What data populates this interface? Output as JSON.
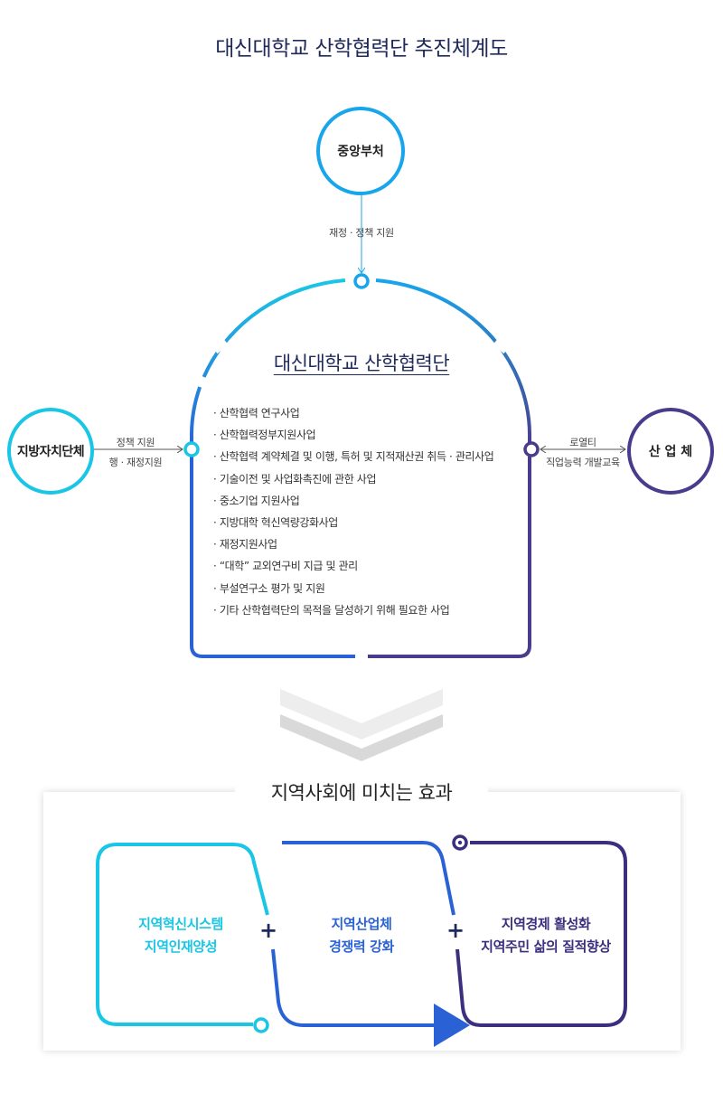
{
  "title": "대신대학교 산학협력단 추진체계도",
  "nodes": {
    "central": {
      "label": "중앙부처",
      "color": "#17a5ec"
    },
    "local": {
      "label": "지방자치단체",
      "color": "#19c6e6"
    },
    "industry": {
      "label": "산 업 체",
      "color": "#4b3b8c"
    }
  },
  "connections": {
    "central_label": "재정 · 정책 지원",
    "local_line1": "정책 지원",
    "local_line2": "행 · 재정지원",
    "industry_line1": "로열티",
    "industry_line2": "직업능력 개발교육"
  },
  "center": {
    "title": "대신대학교 산학협력단",
    "tasks": [
      "· 산학협력 연구사업",
      "· 산학협력정부지원사업",
      "· 산학협력 계약체결 및 이행, 특허 및 지적재산권 취득 · 관리사업",
      "· 기술이전 및 사업화촉진에 관한 사업",
      "· 중소기업 지원사업",
      "· 지방대학 혁신역량강화사업",
      "· 재정지원사업",
      "· “대학” 교외연구비 지급 및 관리",
      "· 부설연구소 평가 및 지원",
      "· 기타 산학협력단의 목적을 달성하기 위해 필요한 사업"
    ]
  },
  "effects": {
    "title": "지역사회에 미치는 효과",
    "items": [
      {
        "line1": "지역혁신시스템",
        "line2": "지역인재양성",
        "color": "#19c6e6"
      },
      {
        "line1": "지역산업체",
        "line2": "경쟁력 강화",
        "color": "#2a62d6"
      },
      {
        "line1": "지역경제 활성화",
        "line2": "지역주민 삶의 질적향상",
        "color": "#3b2f7e"
      }
    ],
    "plus": "+"
  }
}
